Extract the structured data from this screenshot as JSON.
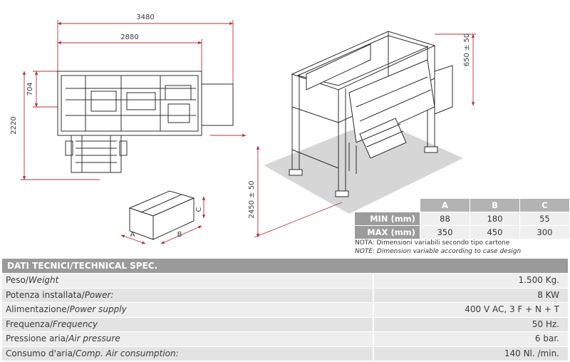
{
  "drawing": {
    "dim_overall_length": "3480",
    "dim_inner_length": "2880",
    "dim_depth": "704",
    "dim_width": "2220",
    "dim_height": "2450 ± 50",
    "dim_top": "650 ± 50",
    "box_label_a": "A",
    "box_label_b": "B",
    "box_label_c": "C"
  },
  "dimension_table": {
    "headers": [
      "A",
      "B",
      "C"
    ],
    "rows": [
      {
        "label": "MIN (mm)",
        "values": [
          "88",
          "180",
          "55"
        ]
      },
      {
        "label": "MAX (mm)",
        "values": [
          "350",
          "450",
          "300"
        ]
      }
    ]
  },
  "notes": {
    "it": "NOTA: Dimensioni variabili secondo tipo cartone",
    "en": "NOTE: Dimension variable according to case design"
  },
  "specs": {
    "title": "DATI TECNICI/TECHNICAL SPEC.",
    "rows": [
      {
        "label_it": "Peso/",
        "label_en": "Weight",
        "value": "1.500 Kg."
      },
      {
        "label_it": "Potenza installata/",
        "label_en": "Power:",
        "value": "8 KW"
      },
      {
        "label_it": "Alimentazione/",
        "label_en": "Power supply",
        "value": "400 V AC, 3 F + N + T"
      },
      {
        "label_it": "Frequenza/",
        "label_en": "Frequency",
        "value": "50 Hz."
      },
      {
        "label_it": "Pressione aria/",
        "label_en": "Air pressure",
        "value": "6 bar."
      },
      {
        "label_it": "Consumo d'aria/",
        "label_en": "Comp. Air consumption:",
        "value": "140 Nl. /min."
      }
    ]
  }
}
